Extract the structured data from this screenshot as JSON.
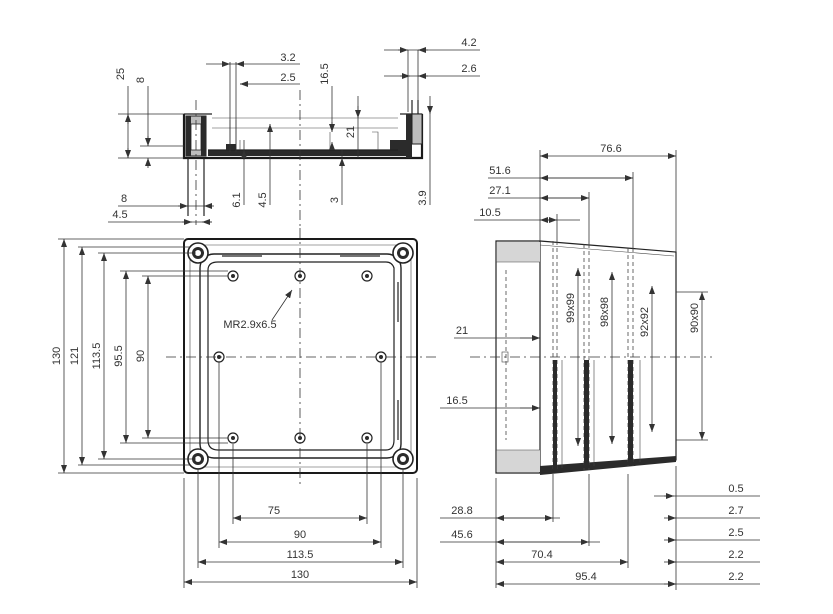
{
  "labels": {
    "top_3_2": "3.2",
    "top_2_5": "2.5",
    "top_16_5": "16.5",
    "top_25": "25",
    "top_8": "8",
    "top_4_2": "4.2",
    "top_2_6": "2.6",
    "top_21": "21",
    "bot_8": "8",
    "bot_4_5_left": "4.5",
    "bot_6_1": "6.1",
    "bot_4_5_mid": "4.5",
    "bot_3": "3",
    "bot_3_9": "3.9",
    "front_130_h": "130",
    "front_121": "121",
    "front_113_5_v": "113.5",
    "front_95_5": "95.5",
    "front_90_v": "90",
    "screw_note": "MR2.9x6.5",
    "front_75": "75",
    "front_90_h": "90",
    "front_113_5_h": "113.5",
    "front_130_w": "130",
    "side_76_6": "76.6",
    "side_51_6": "51.6",
    "side_27_1": "27.1",
    "side_10_5": "10.5",
    "side_21": "21",
    "side_16_5": "16.5",
    "side_99x99": "99x99",
    "side_98x98": "98x98",
    "side_92x92": "92x92",
    "side_90x90": "90x90",
    "side_28_8": "28.8",
    "side_45_6": "45.6",
    "side_70_4": "70.4",
    "side_95_4": "95.4",
    "side_0_5": "0.5",
    "side_2_7": "2.7",
    "side_2_5": "2.5",
    "side_2_2a": "2.2",
    "side_2_2b": "2.2"
  }
}
